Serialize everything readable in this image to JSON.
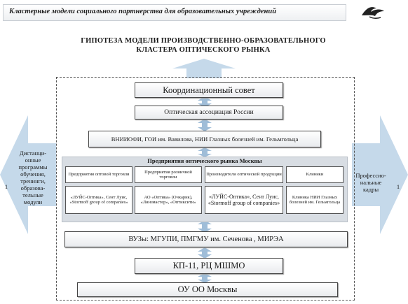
{
  "header": {
    "title": "Кластерные модели социального партнерства для образовательных учреждений"
  },
  "diagram": {
    "heading_line1": "ГИПОТЕЗА МОДЕЛИ ПРОИЗВОДСТВЕННО-ОБРАЗОВАТЕЛЬНОГО",
    "heading_line2": "КЛАСТЕРА ОПТИЧЕСКОГО РЫНКА",
    "coordination_council": "Координационный совет",
    "optical_association": "Оптическая ассоциация России",
    "research_institutes": "ВНИИОФИ, ГОИ им. Вавилова, НИИ Глазных болезней им. Гельмгольца",
    "enterprises": {
      "title": "Предприятия оптического рынка Москвы",
      "categories": [
        {
          "label": "Предприятия оптовой торговли",
          "members": "«ЛУЙС-Оптика», Сент Луис, «Stormoff group of companies»"
        },
        {
          "label": "Предприятия розничной торговли",
          "members": "АО «Оптика» (Очкарик), «Линзмастер», «Оптиксити»"
        },
        {
          "label": "Производители оптической продукции",
          "members": "«ЛУЙС-Оптика», Сент Луис, «Stormoff group of companies»"
        },
        {
          "label": "Клиники",
          "members": "Клиника НИИ Глазных болезней им. Гельмгольца"
        }
      ]
    },
    "universities": "ВУЗы: МГУПИ, ПМГМУ им. Сеченова , МИРЭА",
    "kp11": "КП-11, РЦ МШМО",
    "schools": "ОУ ОО Москвы",
    "left_arrow": {
      "number": "1",
      "text": "Дистанци-онные программы обучения, тренинги, образова-тельные модули"
    },
    "right_arrow": {
      "number": "1",
      "text": "Профессио-нальные кадры"
    }
  },
  "colors": {
    "arrow": "#c5d9ea",
    "arrow_dark": "#9fbdd8",
    "panel": "#d8dde3"
  }
}
